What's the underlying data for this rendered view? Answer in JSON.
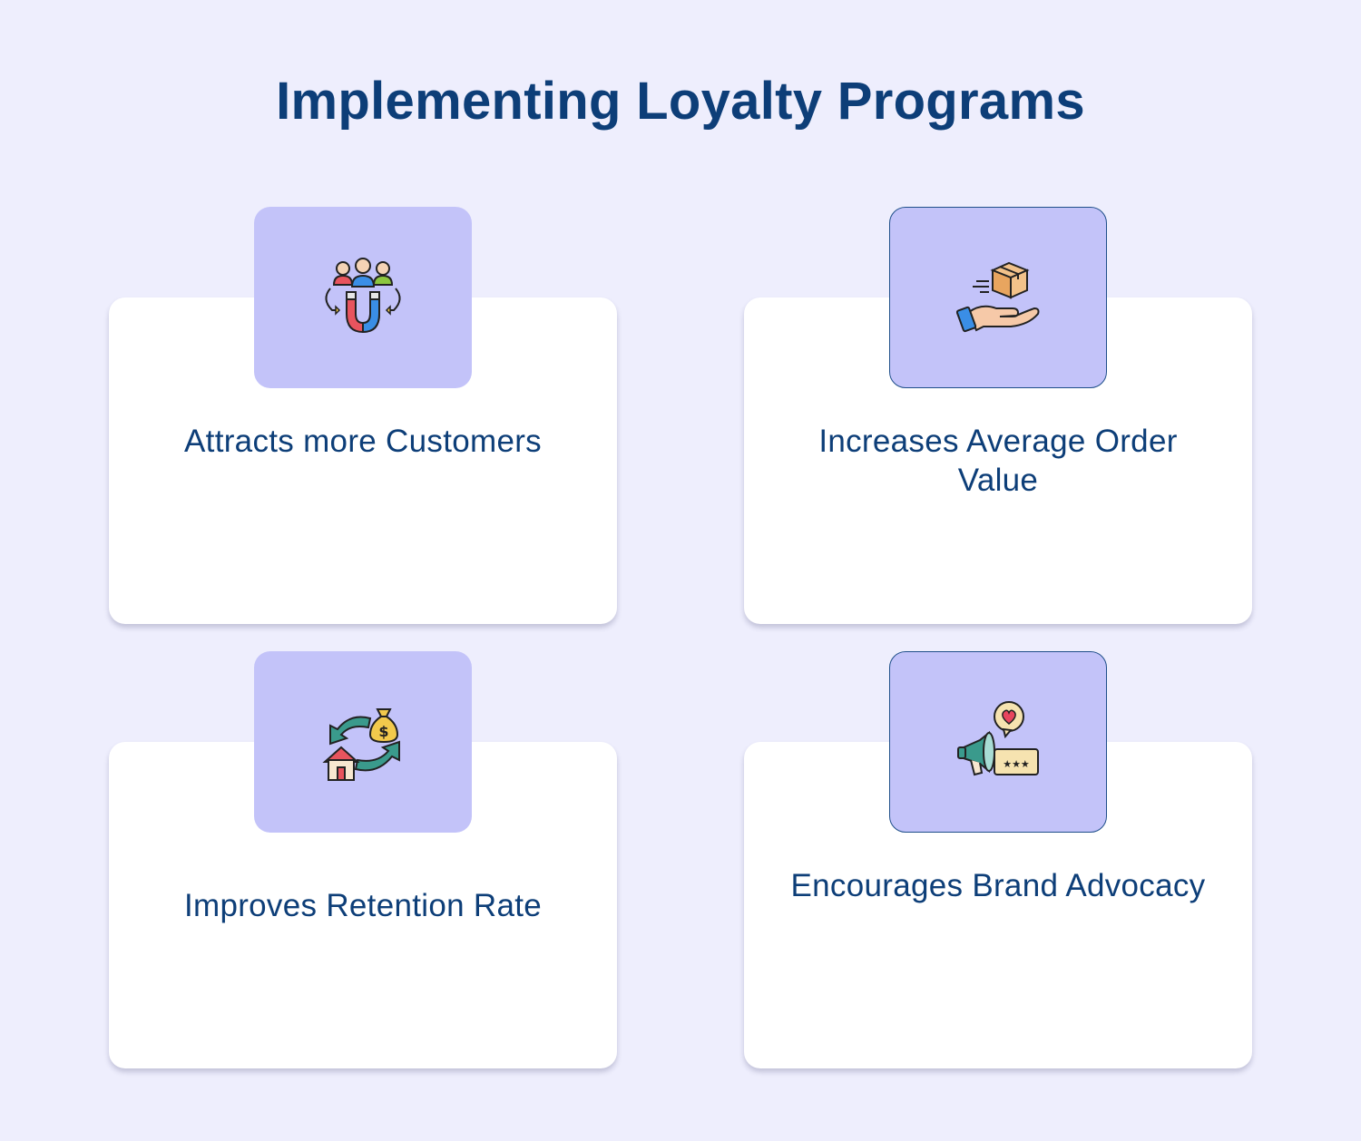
{
  "title": "Implementing Loyalty Programs",
  "cards": [
    {
      "label": "Attracts more Customers",
      "icon": "magnet-customers-icon"
    },
    {
      "label": "Increases Average Order Value",
      "icon": "hand-box-icon"
    },
    {
      "label": "Improves Retention Rate",
      "icon": "house-money-cycle-icon"
    },
    {
      "label": "Encourages Brand Advocacy",
      "icon": "megaphone-heart-icon"
    }
  ],
  "colors": {
    "background": "#eeeefd",
    "card": "#ffffff",
    "icon_box": "#c3c3f9",
    "text": "#0d3e78"
  }
}
